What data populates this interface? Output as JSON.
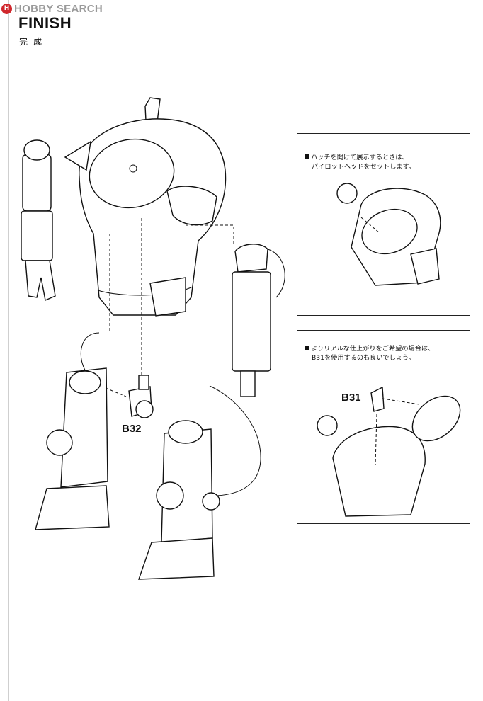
{
  "watermark": {
    "badge": "H",
    "text": "HOBBY SEARCH"
  },
  "header": {
    "title": "FINISH",
    "subtitle": "完成"
  },
  "main_figure": {
    "part_label": "B32"
  },
  "panel_top": {
    "line1": "ハッチを開けて展示するときは、",
    "line2": "パイロットヘッドをセットします。"
  },
  "panel_bottom": {
    "line1": "よりリアルな仕上がりをご希望の場合は、",
    "line2": "B31を使用するのも良いでしょう。",
    "part_label": "B31"
  }
}
